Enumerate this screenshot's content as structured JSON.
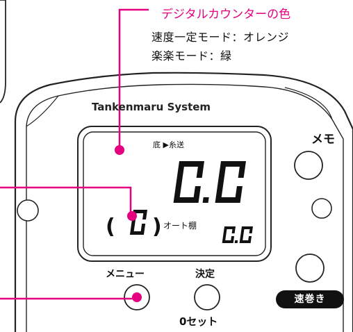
{
  "annotation": {
    "title": "デジタルカウンターの色",
    "line1": "速度一定モード：オレンジ",
    "line2": "楽楽モード：緑"
  },
  "device": {
    "brand": "Tankenmaru System",
    "indicator": "底 ▶糸送",
    "main_value": "0.0",
    "shelf_count": "0",
    "auto_shelf_label": "オート棚",
    "shelf_depth": "0.0"
  },
  "buttons": {
    "memo": "メモ",
    "menu": "メニュー",
    "confirm": "決定",
    "zero_reset": "0セット",
    "fast_forward": "速巻き"
  },
  "colors": {
    "accent": "#e5007f",
    "outline": "#222222"
  }
}
